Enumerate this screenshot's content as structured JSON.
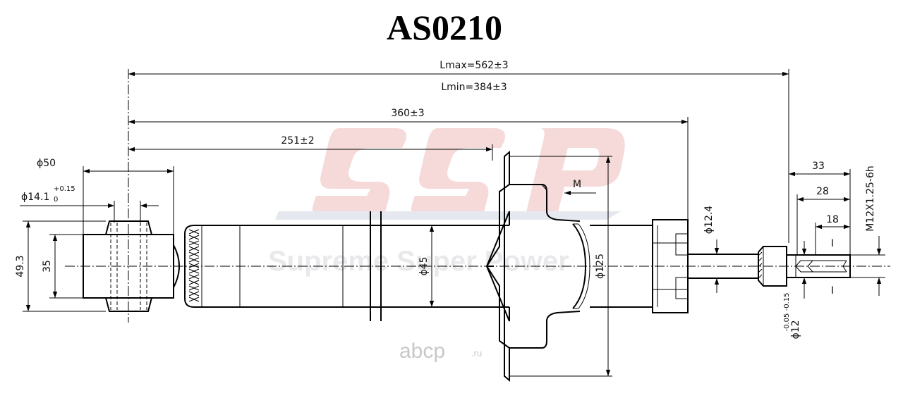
{
  "title": "AS0210",
  "watermark": {
    "logo": "SSP",
    "slogan": "Supreme Super Power",
    "site": "abcp",
    "site_tld": ".ru"
  },
  "dimensions": {
    "lmax": "Lmax=562±3",
    "lmin": "Lmin=384±3",
    "d360": "360±3",
    "d251": "251±2",
    "phi50": "ϕ50",
    "phi14": "ϕ14.1",
    "phi14_upper": "+0.15",
    "phi14_lower": "0",
    "h493": "49.3",
    "h35": "35",
    "phi45": "ϕ45",
    "phi125": "ϕ125",
    "phi124": "ϕ12.4",
    "view_marker": "M",
    "d33": "33",
    "d28": "28",
    "d18": "18",
    "thread": "M12X1.25-6h",
    "phi12": "ϕ12",
    "phi12_tol": "-0.05 -0.15",
    "section_mark": "I"
  }
}
